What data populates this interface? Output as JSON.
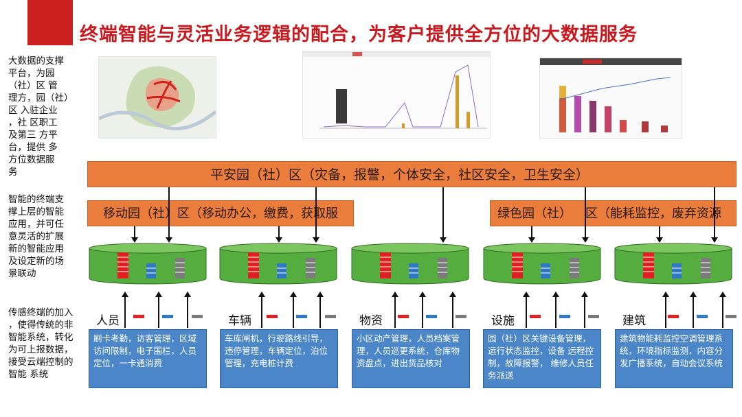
{
  "title": "终端智能与灵活业务逻辑的配合，为客户提供全方位的大数据服务",
  "side": {
    "block1": [
      "大数据的支撑",
      "平台，为园",
      "（社）区 管",
      "理方，园（社）",
      "区 入驻企业",
      "，社 区职工",
      "及第三 方平",
      "台，提供 多",
      "方位数据服",
      "务"
    ],
    "block2": [
      "智能的终端支",
      "撑上层的智能",
      "应用，并可任",
      "意灵活的扩展",
      "新的智能应用",
      "及设定新的场",
      "景联动"
    ],
    "block3": [
      "传感终端的加入",
      "，使得传统的非",
      "智能系统，转化",
      "为可上报数据，",
      "接受云端控制的",
      "智能 系统"
    ]
  },
  "bands": {
    "top": "平安园（社）区（灾备，报警，个体安全，社区安全，卫生安全）",
    "left": "移动园（社）区（移动办公，缴费，获取服",
    "right_a": "绿色园（社）",
    "right_b": "区（能耗监控，废弃资源"
  },
  "categories": [
    {
      "name": "人员",
      "desc": "刷卡考勤，访客管理，区域访问限制，电子围栏，人员定位，一卡通消费"
    },
    {
      "name": "车辆",
      "desc": "车库闸机，行驶路线引导，违停管理，车辆定位，泊位管理，充电桩计费"
    },
    {
      "name": "物资",
      "desc": "小区动产管理，人员档案管理，人员巡更系统，仓库物资盘点，进出货品核对"
    },
    {
      "name": "设施",
      "desc": "园（社）区关键设备管理，运行状态监控，设备 远程控制，故障报警， 维修人员任务派送"
    },
    {
      "name": "建筑",
      "desc": "建筑物能耗监控空调管理系统，环境指标监测，内容分发广播系统，自动会议系统"
    }
  ],
  "colors": {
    "accent_red": "#cc1f1f",
    "band_orange": "#ea7c3c",
    "cylinder_green": "#55ad3f",
    "desc_blue": "#4a86c8",
    "mark_red": "#e02020",
    "mark_blue": "#2f78c4",
    "mark_gray": "#7b7b7b"
  }
}
